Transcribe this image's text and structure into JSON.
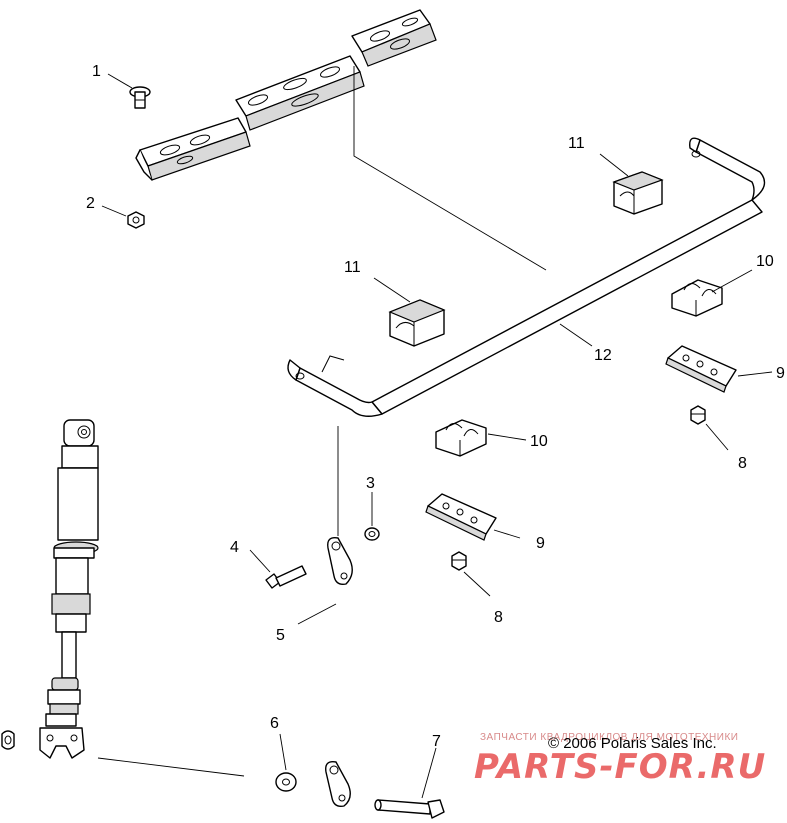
{
  "callouts": {
    "c1": "1",
    "c2": "2",
    "c3": "3",
    "c4": "4",
    "c5": "5",
    "c6": "6",
    "c7": "7",
    "c8a": "8",
    "c8b": "8",
    "c9a": "9",
    "c9b": "9",
    "c10a": "10",
    "c10b": "10",
    "c11a": "11",
    "c11b": "11",
    "c12": "12"
  },
  "copyright": "© 2006 Polaris Sales Inc.",
  "watermark": {
    "top_text": "ЗАПЧАСТИ КВАДРОЦИКЛОВ ДЛЯ МОТОТЕХНИКИ",
    "brand": "PARTS-FOR.RU"
  }
}
